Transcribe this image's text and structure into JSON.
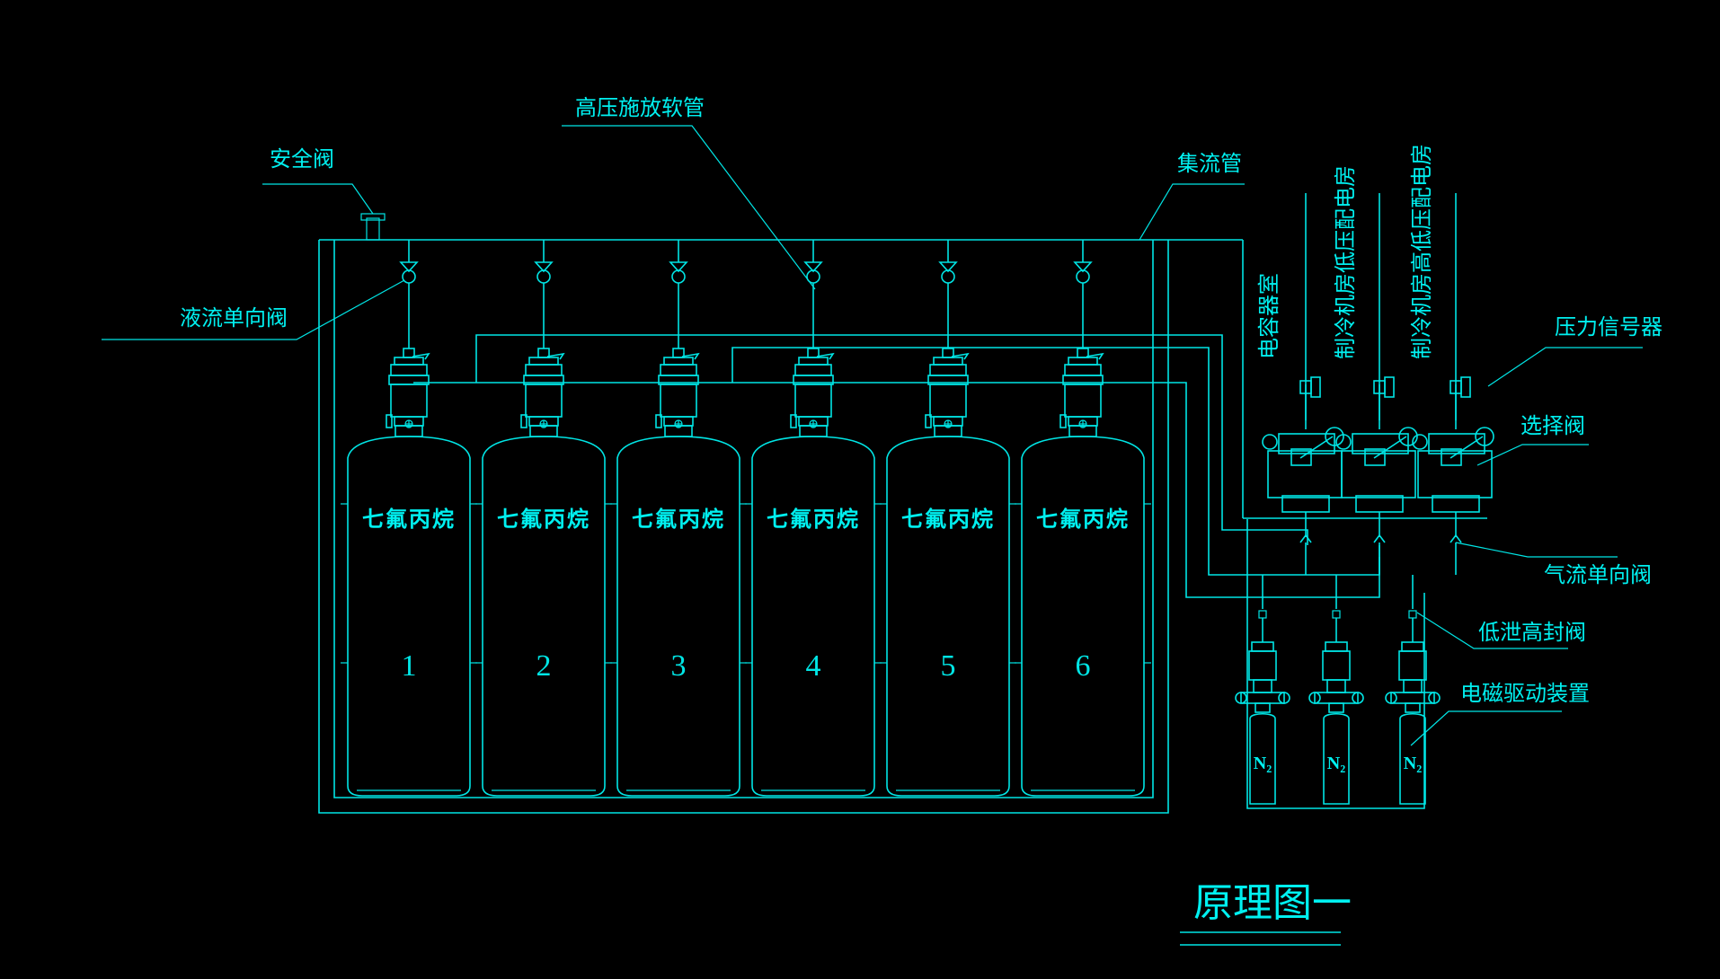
{
  "labels": {
    "safety_valve": "安全阀",
    "high_pressure_hose": "高压施放软管",
    "manifold": "集流管",
    "liquid_check_valve": "液流单向阀",
    "pressure_switch": "压力信号器",
    "selector_valve": "选择阀",
    "gas_check_valve": "气流单向阀",
    "low_leak_seal_valve": "低泄高封阀",
    "solenoid_driver": "电磁驱动装置"
  },
  "zones": [
    {
      "label": "电容器室"
    },
    {
      "label": "制冷机房低压配电房"
    },
    {
      "label": "制冷机房高低压配电房"
    }
  ],
  "cylinders": [
    {
      "agent": "七氟丙烷",
      "number": "1"
    },
    {
      "agent": "七氟丙烷",
      "number": "2"
    },
    {
      "agent": "七氟丙烷",
      "number": "3"
    },
    {
      "agent": "七氟丙烷",
      "number": "4"
    },
    {
      "agent": "七氟丙烷",
      "number": "5"
    },
    {
      "agent": "七氟丙烷",
      "number": "6"
    }
  ],
  "driver_cylinders": [
    {
      "label": "N₂"
    },
    {
      "label": "N₂"
    },
    {
      "label": "N₂"
    }
  ],
  "drawing_title": "原理图一",
  "colors": {
    "line": "#00e5e5",
    "background": "#000000"
  }
}
